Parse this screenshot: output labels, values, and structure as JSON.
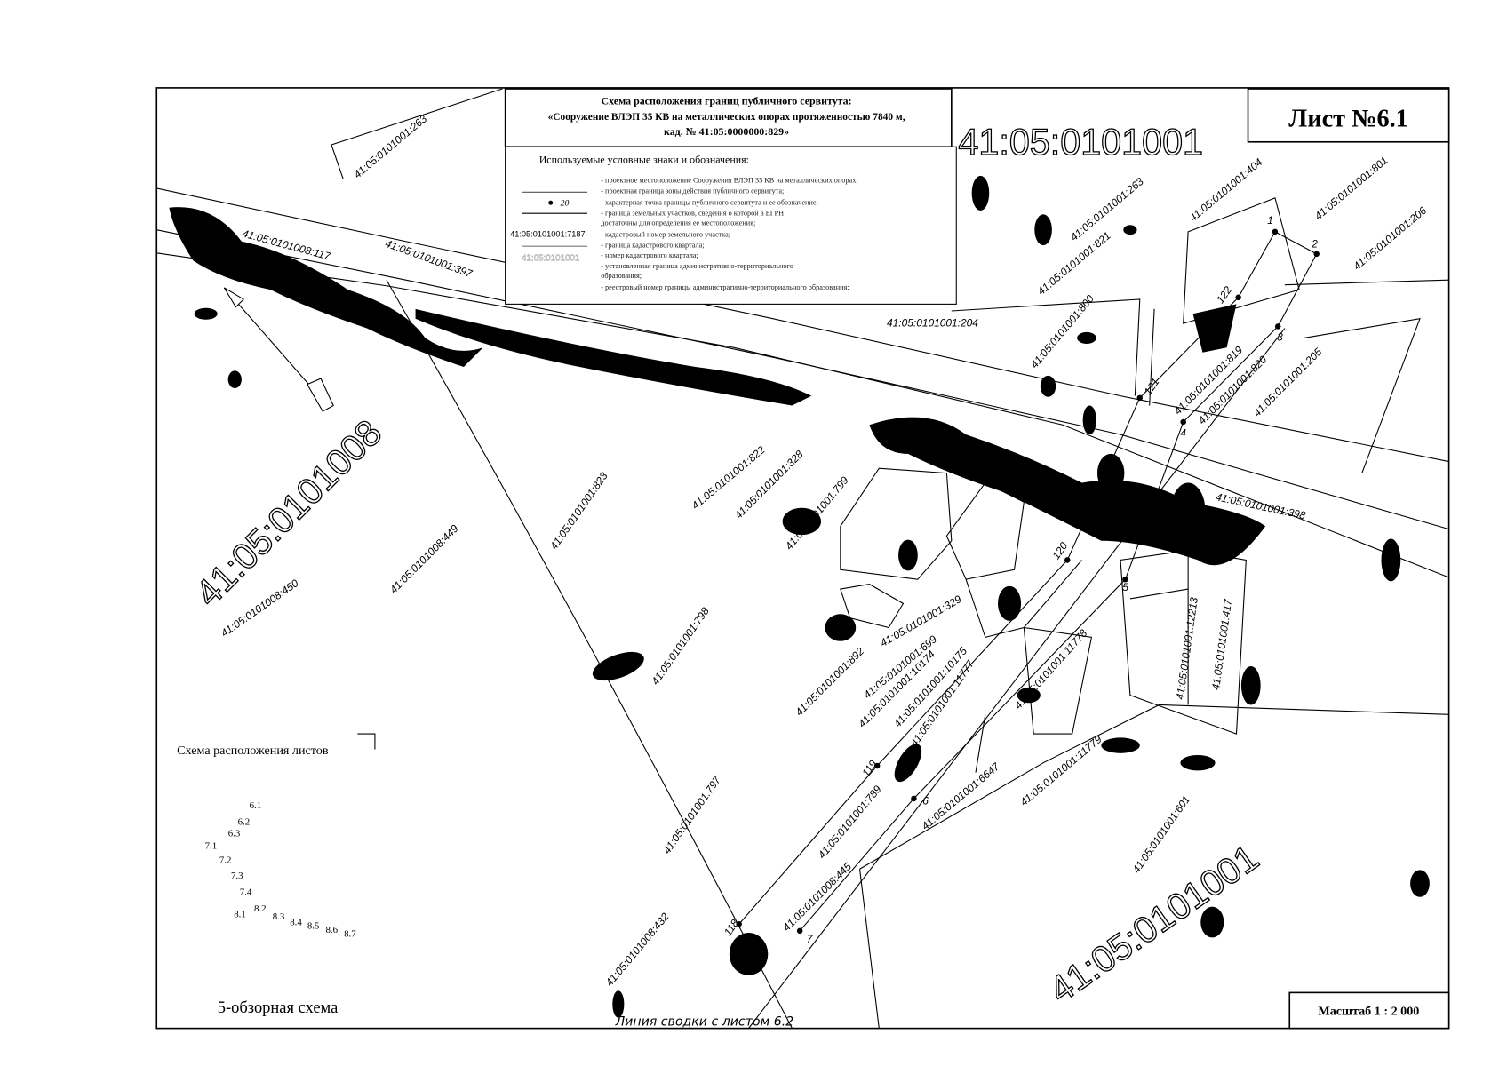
{
  "sheet": {
    "title": "Лист №6.1",
    "scale": "Масштаб 1 : 2 000"
  },
  "header": {
    "line1": "Схема расположения границ публичного сервитута:",
    "line2": "«Сооружение ВЛЭП 35 КВ на металлических опорах протяженностью 7840 м,",
    "line3": "кад. № 41:05:0000000:829»"
  },
  "legend": {
    "title": "Используемые условные знаки и обозначения:",
    "point_sample": "20",
    "parcel_sample": "41:05:0101001:7187",
    "quarter_sample": "41:05:0101001",
    "items": [
      "- проектное местоположение Сооружения ВЛЭП 35 КВ на металлических опорах;",
      "- проектная граница зоны действия публичного сервитута;",
      "- характерная точка границы публичного сервитута и ее обозначение;",
      "- граница земельных участков, сведения о которой в ЕГРН",
      "  достаточны для определения ее местоположения;",
      "- кадастровый номер земельного участка;",
      "- граница кадастрового квартала;",
      "- номер кадастрового квартала;",
      "- установленная граница административно-территориального",
      "  образования;",
      "- реестровый номер границы административно-территориального  образования;"
    ]
  },
  "quarters": [
    "41:05:0101001",
    "41:05:0101008",
    "41:05:0101001"
  ],
  "parcels": [
    "41:05:0101001:263",
    "41:05:0101008:117",
    "41:05:0101001:397",
    "41:05:0101008:450",
    "41:05:0101008:449",
    "41:05:0101001:823",
    "41:05:0101001:822",
    "41:05:0101001:328",
    "41:05:0101001:799",
    "41:05:0101001:798",
    "41:05:0101001:204",
    "41:05:0101001:800",
    "41:05:0101001:263",
    "41:05:0101001:821",
    "41:05:0101001:404",
    "41:05:0101001:801",
    "41:05:0101001:206",
    "41:05:0101001:819",
    "41:05:0101001:820",
    "41:05:0101001:205",
    "41:05:0101001:398",
    "41:05:0101001:601",
    "41:05:0101001:12213",
    "41:05:0101001:417",
    "41:05:0101001:11778",
    "41:05:0101001:11779",
    "41:05:0101001:6647",
    "41:05:0101001:789",
    "41:05:0101008:445",
    "41:05:0101008:432",
    "41:05:0101001:797",
    "41:05:0101001:892",
    "41:05:0101001:329",
    "41:05:0101001:699",
    "41:05:0101001:10174",
    "41:05:0101001:10175",
    "41:05:0101001:11777"
  ],
  "points": [
    "1",
    "2",
    "3",
    "4",
    "5",
    "6",
    "7",
    "118",
    "119",
    "120",
    "121",
    "122"
  ],
  "overview": {
    "title": "Схема расположения листов",
    "sheets": [
      "6.1",
      "6.2",
      "6.3",
      "7.1",
      "7.2",
      "7.3",
      "7.4",
      "8.1",
      "8.2",
      "8.3",
      "8.4",
      "8.5",
      "8.6",
      "8.7"
    ],
    "caption": "5-обзорная схема"
  },
  "junction_note": "Линия сводки с листом 6.2"
}
